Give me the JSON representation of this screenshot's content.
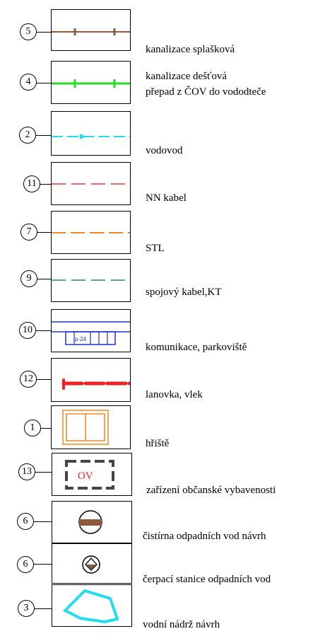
{
  "legend": [
    {
      "number": "5",
      "label_lines": [
        "kanalizace splašková"
      ],
      "symbol": "brown-sewer-line",
      "color": "#8B5A3C"
    },
    {
      "number": "4",
      "label_lines": [
        "kanalizace dešťová",
        "přepad z ČOV do vododteče"
      ],
      "symbol": "green-storm-line",
      "color": "#22DD22"
    },
    {
      "number": "2",
      "label_lines": [
        "vodovod"
      ],
      "symbol": "cyan-water-line",
      "color": "#22DDEE"
    },
    {
      "number": "11",
      "label_lines": [
        "NN kabel"
      ],
      "symbol": "red-dashed-line",
      "color": "#EE3333"
    },
    {
      "number": "7",
      "label_lines": [
        "STL"
      ],
      "symbol": "orange-dashed-line",
      "color": "#EE8822"
    },
    {
      "number": "9",
      "label_lines": [
        "spojový kabel,KT"
      ],
      "symbol": "teal-dashed-line",
      "color": "#2A8080"
    },
    {
      "number": "10",
      "label_lines": [
        "komunikace, parkoviště"
      ],
      "symbol": "road-parking",
      "color": "#2233CC",
      "inner_text": "p-24"
    },
    {
      "number": "12",
      "label_lines": [
        "lanovka, vlek"
      ],
      "symbol": "cableway",
      "color": "#EE2222"
    },
    {
      "number": "1",
      "label_lines": [
        "hřiště"
      ],
      "symbol": "playground",
      "color": "#EE8822"
    },
    {
      "number": "13",
      "label_lines": [
        "zařízení občanské vybavenosti"
      ],
      "symbol": "civic-facility",
      "color": "#444444",
      "inner_text": "OV"
    },
    {
      "number": "6",
      "label_lines": [
        "čistírna odpadních vod návrh"
      ],
      "symbol": "treatment-plant",
      "color": "#8B5A3C"
    },
    {
      "number": "6",
      "label_lines": [
        "čerpací stanice odpadních vod"
      ],
      "symbol": "pumping-station",
      "color": "#8B5A3C"
    },
    {
      "number": "3",
      "label_lines": [
        "vodní nádrž návrh"
      ],
      "symbol": "water-reservoir",
      "color": "#22DDEE"
    }
  ]
}
